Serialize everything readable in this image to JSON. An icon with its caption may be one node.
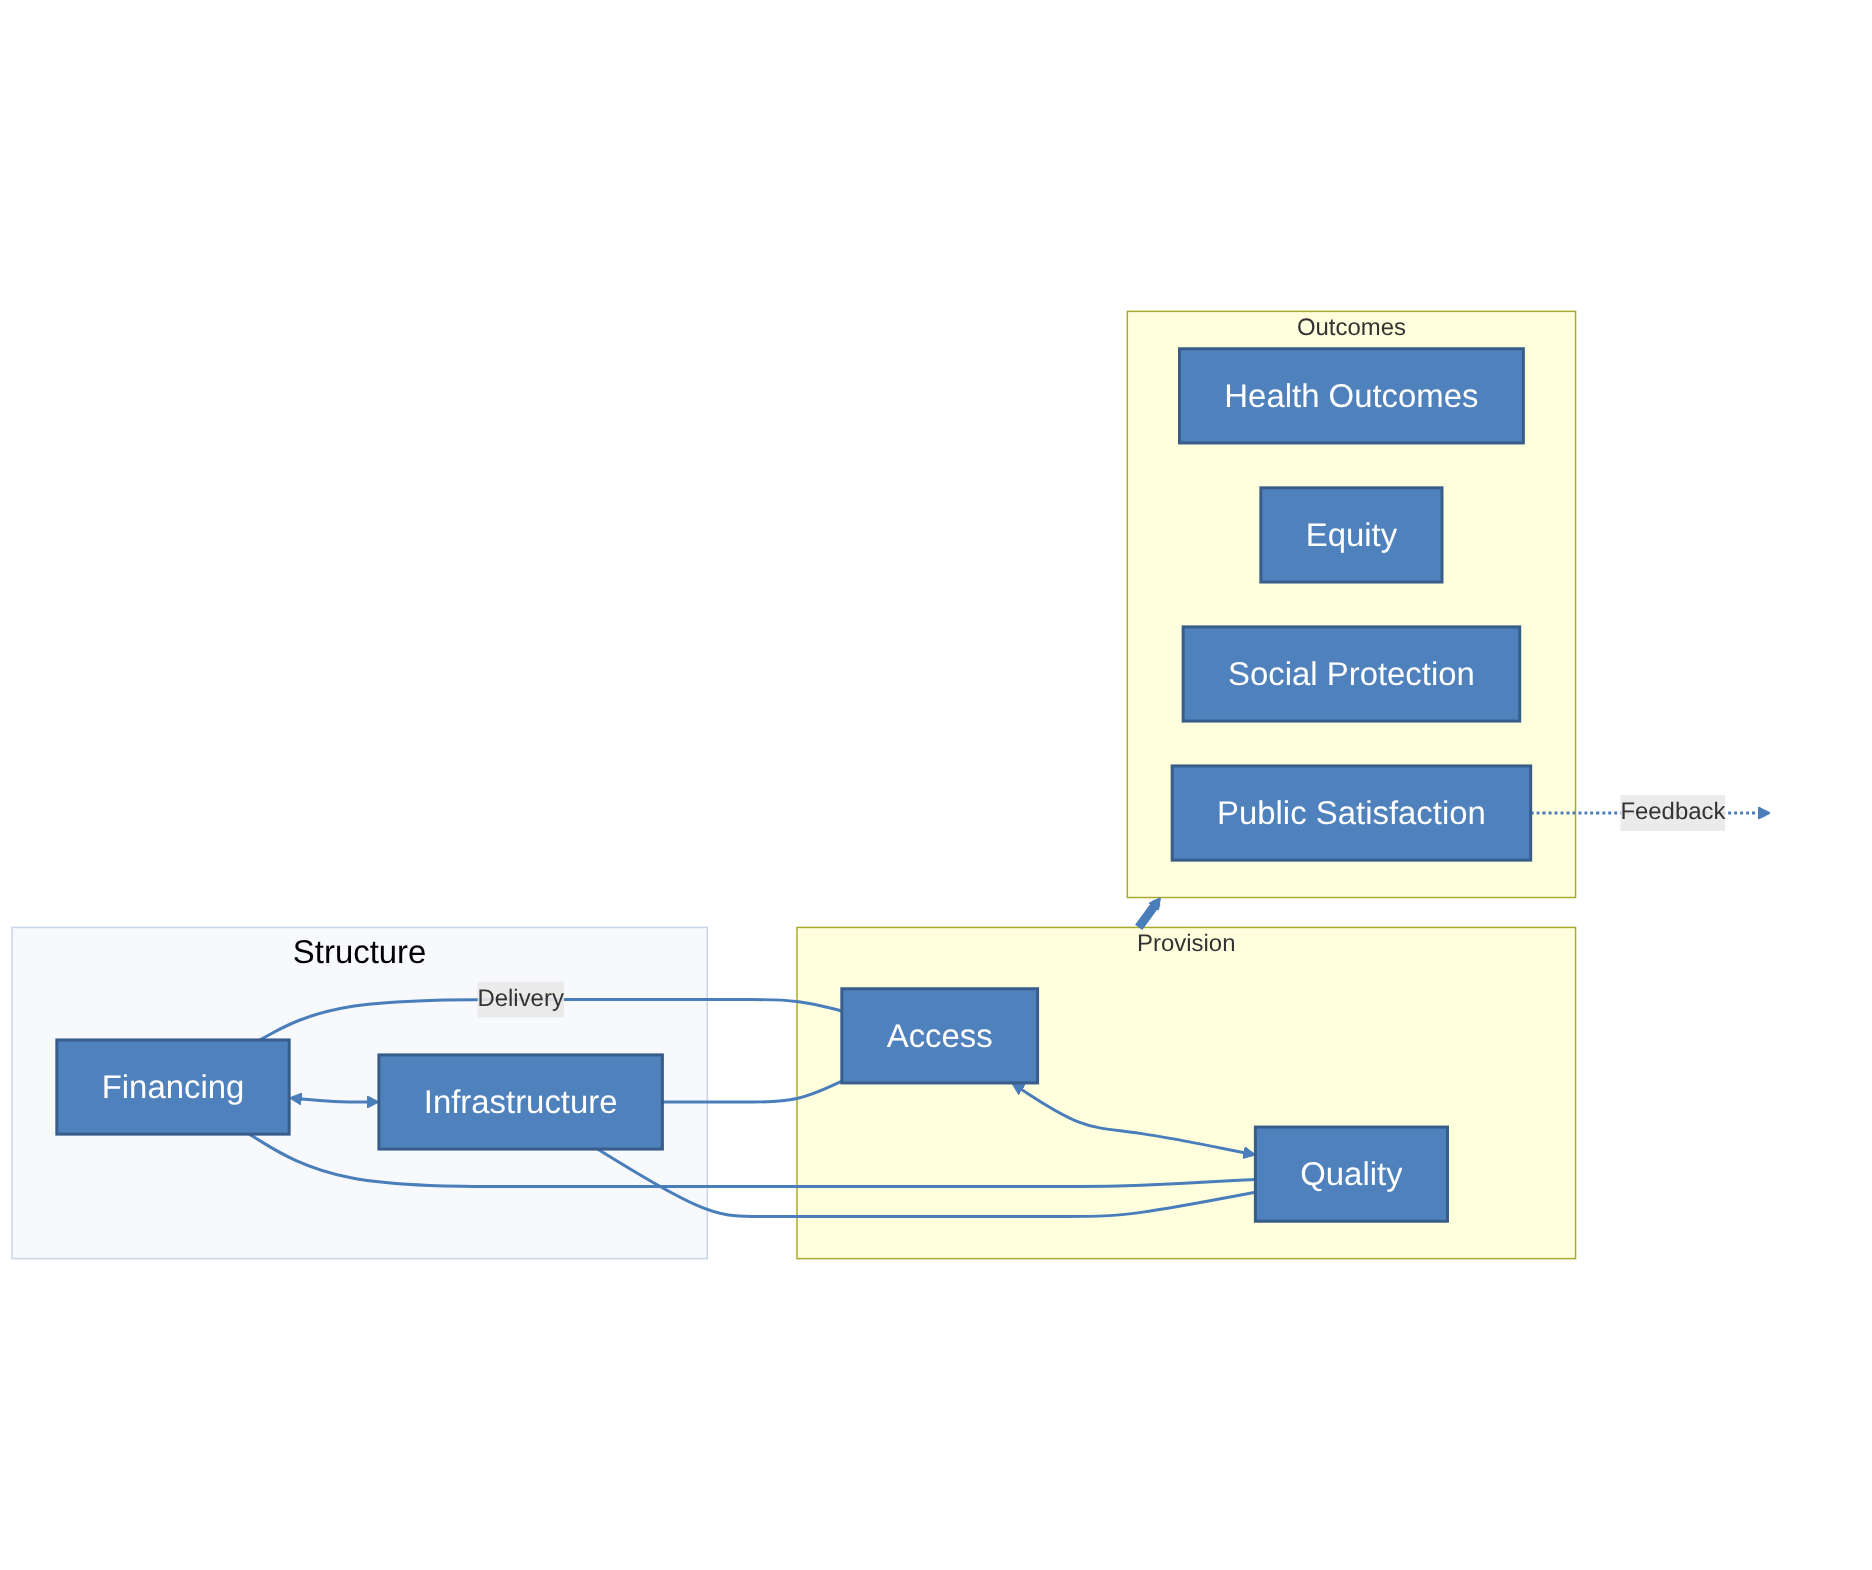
{
  "diagram": {
    "nodes": [
      {
        "text": [
          "Structure"
        ]
      },
      {
        "text": [
          "Financing"
        ],
        "in": 0
      },
      {
        "text": [
          "Infrastructure"
        ],
        "in": 0
      },
      {
        "text": [
          "Provision"
        ]
      },
      {
        "text": [
          "Access"
        ],
        "in": 3
      },
      {
        "text": [
          "Quality"
        ],
        "in": 3
      },
      {
        "text": [
          "Outcomes"
        ]
      },
      {
        "text": [
          "Health Outcomes"
        ],
        "in": 6
      },
      {
        "text": [
          "Equity"
        ],
        "in": 6
      },
      {
        "text": [
          "Social Protection"
        ],
        "in": 6
      },
      {
        "text": [
          "Public Satisfaction"
        ],
        "in": 6
      }
    ],
    "edges": [
      {
        "from": 1,
        "to": 2,
        "arrow": "both"
      },
      {
        "from": 4,
        "to": 5,
        "arrow": "both"
      },
      {
        "from": 1,
        "to": 4,
        "arrow": "none",
        "label": "Delivery"
      },
      {
        "from": 1,
        "to": 5,
        "arrow": "none"
      },
      {
        "from": 2,
        "to": 4,
        "arrow": "none"
      },
      {
        "from": 2,
        "to": 5,
        "arrow": "none"
      },
      {
        "from": 3,
        "to": 6,
        "arrow": "to",
        "style": "thick"
      },
      {
        "from": 10,
        "to": null,
        "arrow": "to",
        "style": "dashed",
        "label": "Feedback"
      }
    ]
  }
}
